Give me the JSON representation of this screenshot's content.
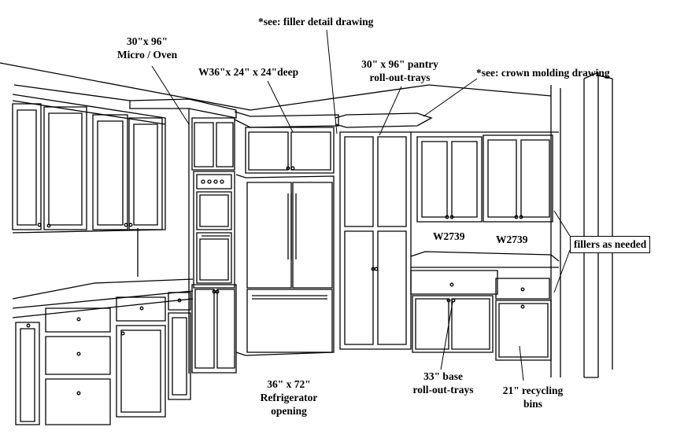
{
  "annotations": {
    "filler_detail": "*see:  filler detail drawing",
    "micro_oven": {
      "line1": "30\"x 96\"",
      "line2": "Micro / Oven"
    },
    "wall_cabinet": "W36\"x 24\" x 24\"deep",
    "pantry": {
      "line1": "30\" x 96\" pantry",
      "line2": "roll-out-trays"
    },
    "crown_molding": "*see: crown molding drawing",
    "wall_cab_left": "W2739",
    "wall_cab_right": "W2739",
    "fillers": "fillers as needed",
    "base_rollout": {
      "line1": "33\" base",
      "line2": "roll-out-trays"
    },
    "refrigerator": {
      "line1": "36\" x 72\"",
      "line2": "Refrigerator",
      "line3": "opening"
    },
    "recycling": {
      "line1": "21\" recycling",
      "line2": "bins"
    }
  }
}
